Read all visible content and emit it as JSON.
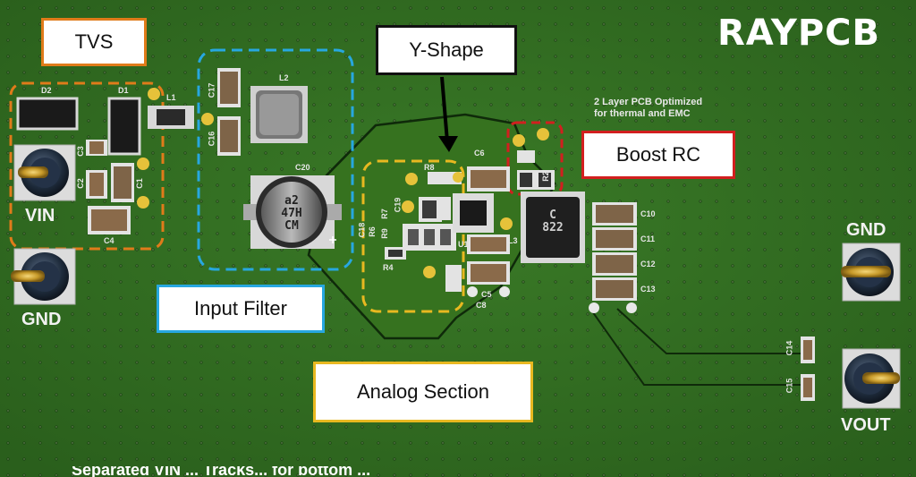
{
  "brand": "RAYPCB",
  "board_note": [
    "2 Layer PCB Optimized",
    "for thermal and EMC"
  ],
  "callouts": {
    "tvs": "TVS",
    "y_shape": "Y-Shape",
    "boost_rc": "Boost RC",
    "input_filter": "Input Filter",
    "analog_section": "Analog Section"
  },
  "connectors": {
    "vin": "VIN",
    "gnd_left": "GND",
    "gnd_right": "GND",
    "vout": "VOUT"
  },
  "refdes": {
    "d2": "D2",
    "d1": "D1",
    "l1": "L1",
    "l2": "L2",
    "c17": "C17",
    "c16": "C16",
    "c20": "C20",
    "c3": "C3",
    "c2": "C2",
    "c1": "C1",
    "c4": "C4",
    "c6": "C6",
    "r8": "R8",
    "c19": "C19",
    "r7": "R7",
    "c18": "C18",
    "r6": "R6",
    "r9": "R9",
    "r4": "R4",
    "u1": "U1",
    "l3": "L3",
    "c5": "C5",
    "c8": "C8",
    "r2": "R2",
    "c10": "C10",
    "c11": "C11",
    "c12": "C12",
    "c13": "C13",
    "c14": "C14",
    "c15": "C15"
  },
  "cap_marking": [
    "a2",
    "47H",
    "CM"
  ],
  "inductor_marking": [
    "C",
    "822"
  ],
  "bottom_caption": "Separated VIN ... Tracks... for bottom ...",
  "colors": {
    "board": "#2f6a1f",
    "tvs_outline": "#e07b1a",
    "input_filter_outline": "#27a7e0",
    "analog_outline": "#e8b820",
    "boost_outline": "#d21f1f"
  }
}
